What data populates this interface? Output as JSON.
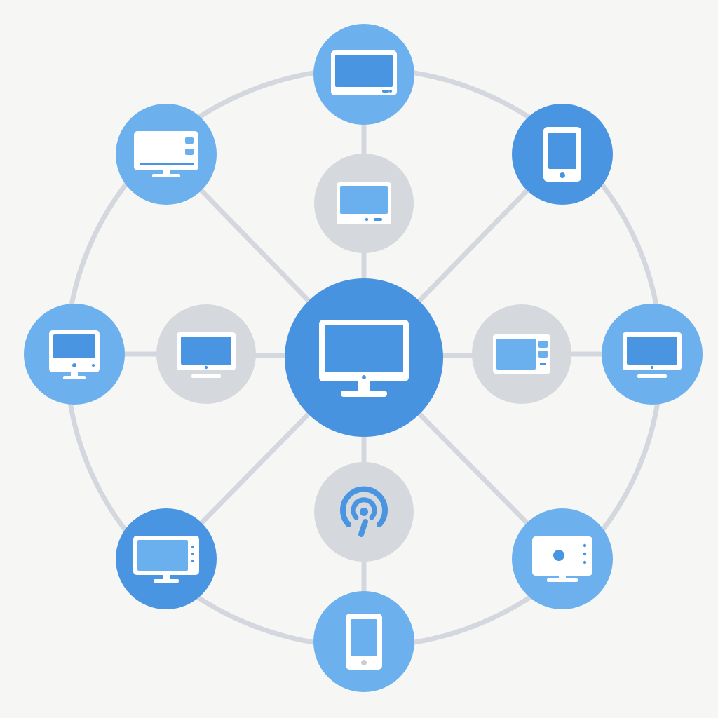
{
  "diagram": {
    "type": "network-topology",
    "hub": {
      "id": "hub",
      "icon": "desktop-monitor-icon",
      "tone": "primary"
    },
    "inner_nodes": [
      {
        "id": "inner-top",
        "icon": "tablet-landscape-icon",
        "tone": "muted"
      },
      {
        "id": "inner-right",
        "icon": "microwave-icon",
        "tone": "muted"
      },
      {
        "id": "inner-bottom",
        "icon": "wireless-signal-icon",
        "tone": "muted"
      },
      {
        "id": "inner-left",
        "icon": "laptop-icon",
        "tone": "muted"
      }
    ],
    "outer_nodes": [
      {
        "id": "outer-top",
        "icon": "tv-icon",
        "tone": "light"
      },
      {
        "id": "outer-top-right",
        "icon": "tablet-icon",
        "tone": "medium"
      },
      {
        "id": "outer-right",
        "icon": "laptop-icon",
        "tone": "light"
      },
      {
        "id": "outer-bottom-right",
        "icon": "speaker-monitor-icon",
        "tone": "light"
      },
      {
        "id": "outer-bottom",
        "icon": "phone-icon",
        "tone": "light"
      },
      {
        "id": "outer-bottom-left",
        "icon": "monitor-icon",
        "tone": "medium"
      },
      {
        "id": "outer-left",
        "icon": "all-in-one-computer-icon",
        "tone": "light"
      },
      {
        "id": "outer-top-left",
        "icon": "smart-display-icon",
        "tone": "light"
      }
    ],
    "links": [
      [
        "hub",
        "inner-top"
      ],
      [
        "hub",
        "inner-right"
      ],
      [
        "hub",
        "inner-bottom"
      ],
      [
        "hub",
        "inner-left"
      ],
      [
        "inner-top",
        "outer-top"
      ],
      [
        "inner-right",
        "outer-right"
      ],
      [
        "inner-bottom",
        "outer-bottom"
      ],
      [
        "inner-left",
        "outer-left"
      ],
      [
        "hub",
        "outer-top-right"
      ],
      [
        "hub",
        "outer-bottom-right"
      ],
      [
        "hub",
        "outer-bottom-left"
      ],
      [
        "hub",
        "outer-top-left"
      ]
    ],
    "ring": {
      "connects": "outer_nodes"
    }
  },
  "colors": {
    "background": "#f6f6f5",
    "line": "#d4d8de",
    "primary": "#4793e0",
    "medium": "#4a95e1",
    "light": "#6cb1ee",
    "muted": "#d5d8dd",
    "screen": "#4a95e1",
    "screen_light": "#6ab0ee",
    "device_body": "#ffffff"
  }
}
